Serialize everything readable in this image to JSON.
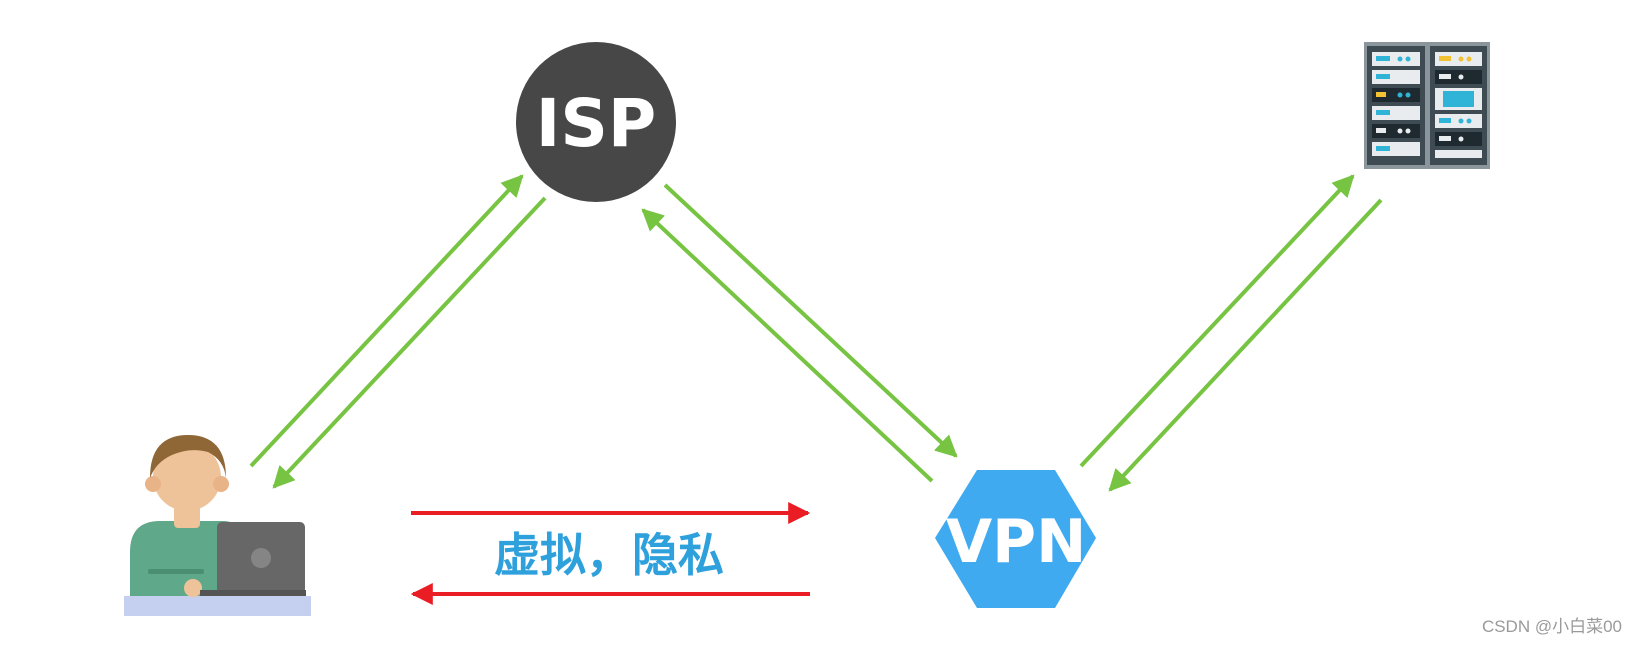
{
  "nodes": {
    "isp": {
      "label": "ISP",
      "color": "#474747"
    },
    "vpn": {
      "label": "VPN",
      "color": "#3faaf0"
    },
    "user": {
      "icon": "user-with-laptop-icon"
    },
    "server": {
      "icon": "server-rack-icon"
    }
  },
  "center_label": {
    "text": "虚拟，隐私",
    "color": "#2ea0dc"
  },
  "colors": {
    "green_arrow": "#76c442",
    "red_arrow": "#ea1c24"
  },
  "watermark": "CSDN @小白菜00"
}
